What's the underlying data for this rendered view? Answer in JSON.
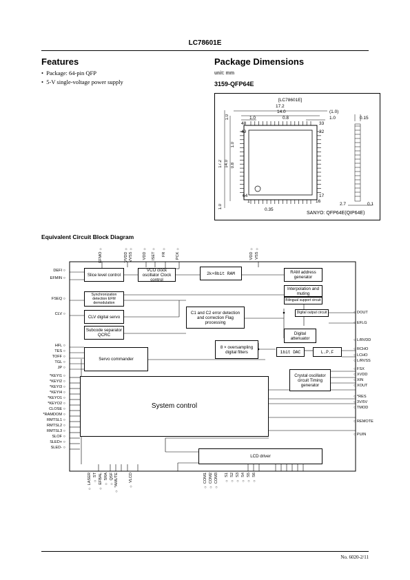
{
  "header": {
    "part_number": "LC78601E"
  },
  "features": {
    "title": "Features",
    "items": [
      "Package: 64-pin QFP",
      "5-V single-voltage power supply"
    ]
  },
  "package": {
    "title": "Package Dimensions",
    "unit": "unit: mm",
    "code": "3159-QFP64E",
    "drawing_label": "[LC78601E]",
    "dims": {
      "d172": "17.2",
      "d140": "14.0",
      "d10a": "1.0",
      "d08": "0.8",
      "d10b": "(1.0)",
      "d10c": "1.0",
      "d015": "0.15",
      "d172v": "17.2",
      "d140v": "14.0",
      "d10v": "1.0",
      "d08v": "0.8",
      "d27": "2.7",
      "d01": "0.1",
      "d035": "0.35",
      "d10bot": "1.0",
      "d10left": "1.0"
    },
    "pins": {
      "p48": "48",
      "p33": "33",
      "p32": "32",
      "p49": "49",
      "p64": "64",
      "p1": "1",
      "p16": "16",
      "p17": "17"
    },
    "footer": "SANYO: QFP64E(QIP64E)"
  },
  "diagram": {
    "title": "Equivalent Circuit Block Diagram",
    "blocks": {
      "slice": "Slice level control",
      "vco": "VCO clock oscillator Clock control",
      "ram": "2k×8bit RAM",
      "ram_addr": "RAM address generator",
      "interp": "Interpolation and muting",
      "bilingual": "Bilingual support circuit",
      "sync": "Synchronization detection EFM demodulation",
      "clv": "CLV digital servo",
      "subcode": "Subcode separator QCRC",
      "c1c2": "C1 and C2 error detection and correction Flag processing",
      "digout": "Digital output circuit",
      "atten": "Digital attenuator",
      "oversamp": "8 × oversampling digital filters",
      "dac": "1bit DAC",
      "lpf": "L.P.F",
      "servo": "Servo commander",
      "crystal": "Crystal oscillator circuit Timing generator",
      "syscon": "System control",
      "lcd": "LCD driver"
    },
    "left_pins": [
      "DEFI",
      "EFMIN",
      "FSEQ",
      "CLV",
      "HFL",
      "TES",
      "TOFF",
      "TGL",
      "JP",
      "*KEYI1",
      "*KEYI2",
      "*KEYI3",
      "*KEYI4",
      "*KEYO1",
      "*KEYO2",
      "CLOSE",
      "*RAMDOM",
      "RMTSL1",
      "RMTSL2",
      "RMTSL3",
      "SLOF",
      "SLED+",
      "SLED-"
    ],
    "top_pins": [
      "EFMO",
      "VVDD",
      "VVSS",
      "VDD",
      "ISET",
      "FR",
      "PCK",
      "VDD",
      "VSS"
    ],
    "right_pins": [
      "DOUT",
      "EFLG",
      "L/RVDD",
      "RCHO",
      "LCHO",
      "L/RVSS",
      "FSX",
      "XVDD",
      "XIN",
      "XOUT",
      "*RES",
      "3V/5V",
      "TMOD",
      "REMOTE",
      "PUIN"
    ],
    "bottom_pins": [
      "LASER",
      "ST",
      "EFBAL",
      "SRA",
      "QSF",
      "*AMUTE",
      "VLCD",
      "COM1",
      "COM2",
      "COM3",
      "S1",
      "S2",
      "S3",
      "S4",
      "S5",
      "S6"
    ]
  },
  "footer": {
    "doc_number": "No. 6020-2/11"
  }
}
